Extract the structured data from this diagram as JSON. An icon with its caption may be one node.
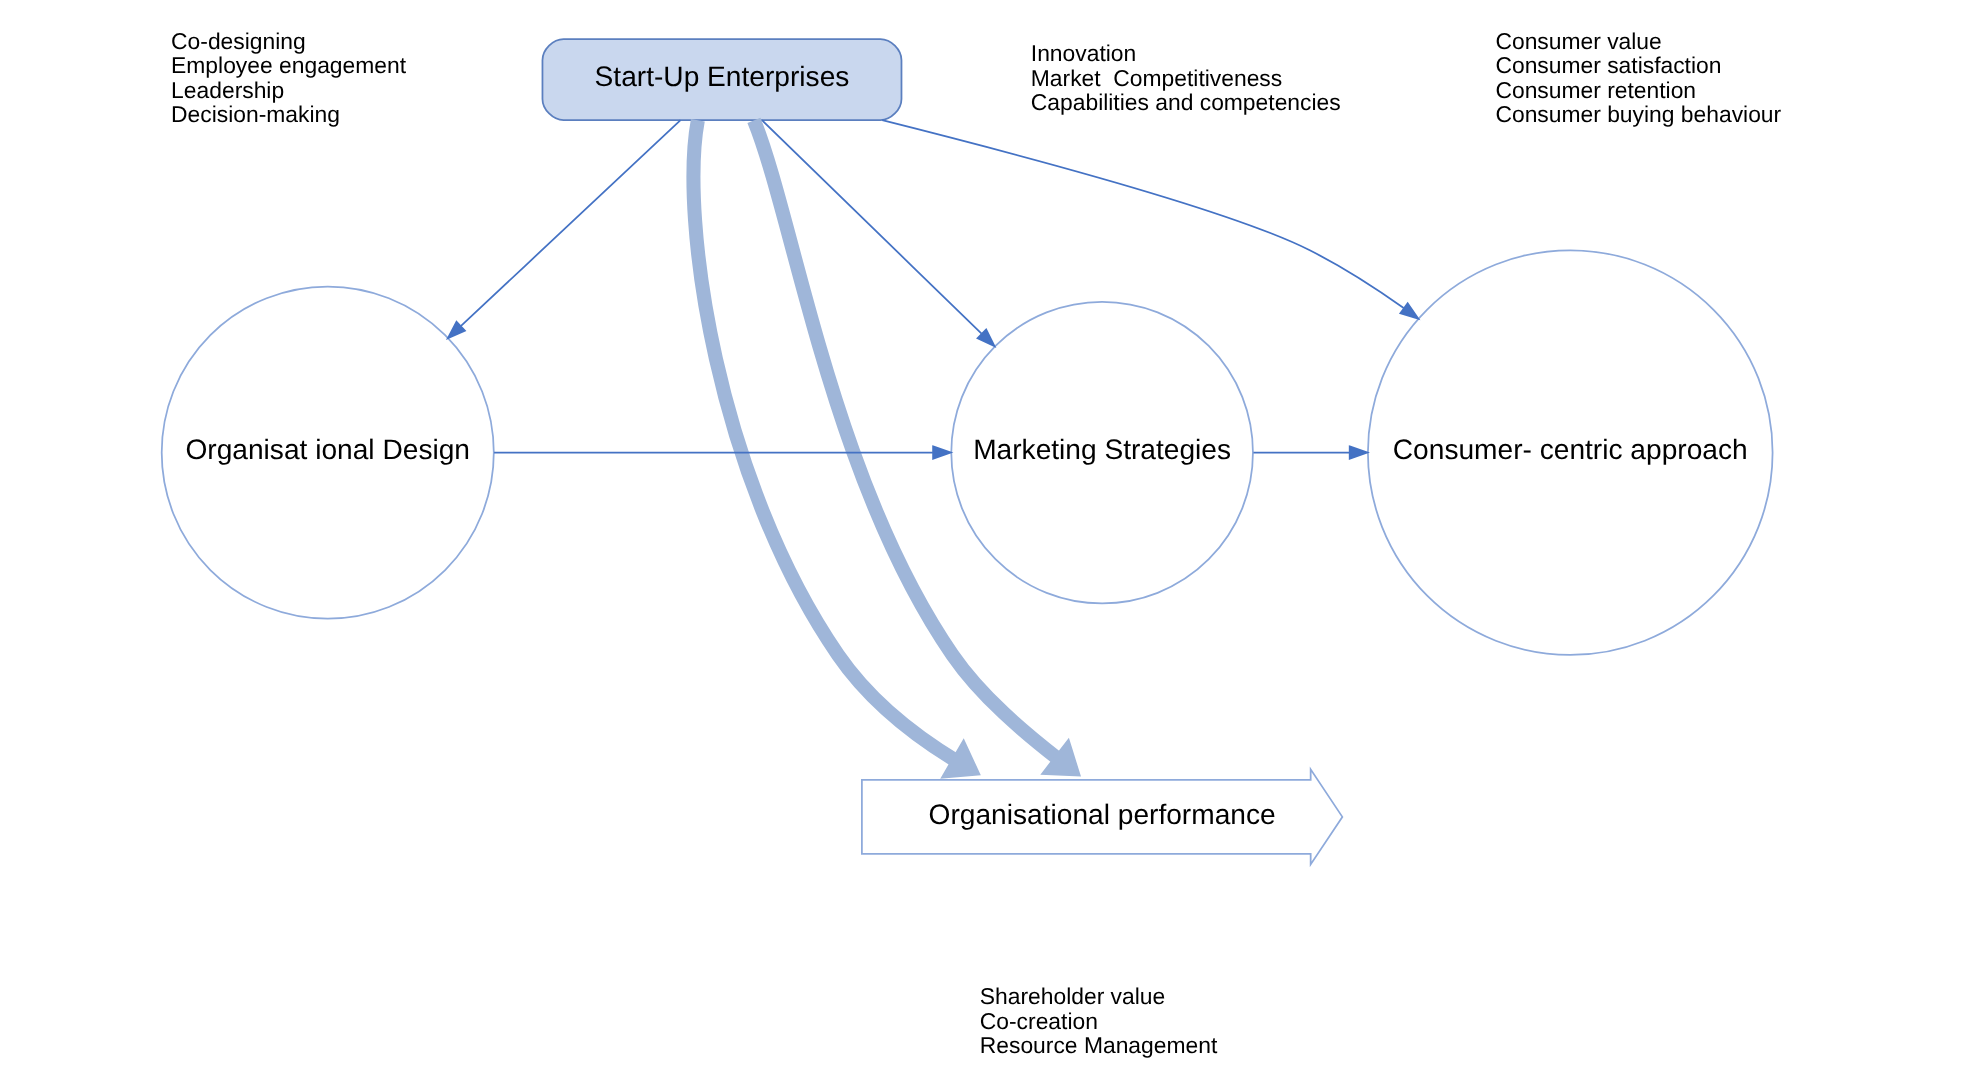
{
  "diagram": {
    "nodes": [
      {
        "text": [
          "Start-Up Enterprises"
        ]
      },
      {
        "text": [
          "Organisat ional Design"
        ],
        "beside": [
          "Co-designing",
          "Employee engagement",
          "Leadership",
          "Decision-making"
        ]
      },
      {
        "text": [
          "Marketing Strategies"
        ],
        "beside": [
          "Innovation",
          "Market  Competitiveness",
          "Capabilities and competencies"
        ]
      },
      {
        "text": [
          "Consumer- centric approach"
        ],
        "beside": [
          "Consumer value",
          "Consumer satisfaction",
          "Consumer retention",
          "Consumer buying behaviour"
        ]
      },
      {
        "text": [
          "Organisational performance"
        ],
        "beside": [
          "Shareholder value",
          "Co-creation",
          "Resource Management"
        ]
      }
    ],
    "edges": [
      {
        "from": 0,
        "to": 1,
        "arrow": "to"
      },
      {
        "from": 0,
        "to": 2,
        "arrow": "to"
      },
      {
        "from": 0,
        "to": 3,
        "arrow": "to"
      },
      {
        "from": 1,
        "to": 2,
        "arrow": "to"
      },
      {
        "from": 2,
        "to": 3,
        "arrow": "to"
      },
      {
        "from": 0,
        "to": 4,
        "arrow": "to",
        "style": "thick",
        "color": "#9fb6d9"
      },
      {
        "from": 0,
        "to": 4,
        "arrow": "to",
        "style": "thick",
        "color": "#9fb6d9"
      }
    ]
  }
}
